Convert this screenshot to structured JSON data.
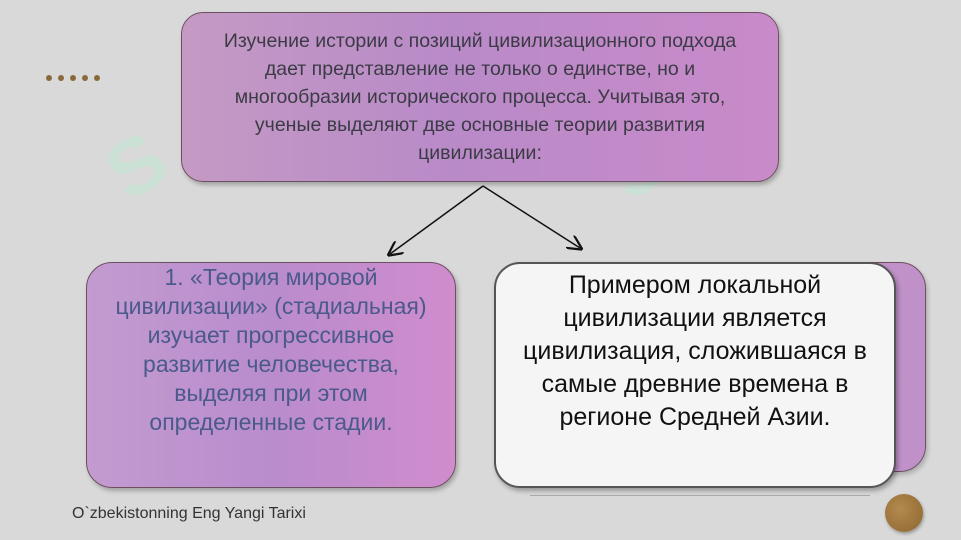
{
  "slide": {
    "top_text": "Изучение истории с позиций цивилизационного подхода дает представление не только о единстве, но и многообразии исторического процесса. Учитывая это, ученые выделяют две основные теории развития цивилизации:",
    "left_text": "1. «Теория мировой цивилизации» (стадиальная) изучает прогрессивное развитие человечества, выделяя при этом определенные стадии.",
    "right_text": "Примером локальной цивилизации является цивилизация, сложившаяся в самые древние времена в регионе Средней Азии.",
    "footer": "O`zbekistonning Eng Yangi Tarixi"
  },
  "colors": {
    "background": "#d9d9d9",
    "box_purple": "#b98ac8",
    "left_text": "#4a5a8a",
    "accent_dots": "#8a6a3a",
    "footer_circle": "#a07a40"
  }
}
